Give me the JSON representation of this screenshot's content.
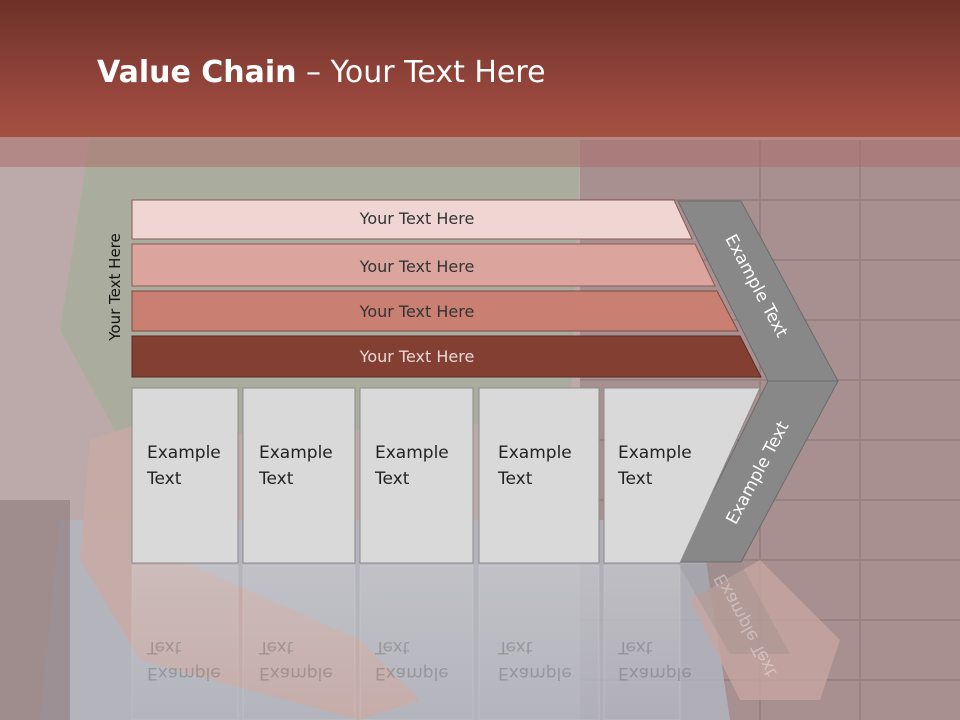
{
  "title": {
    "bold": "Value Chain",
    "rest": " – Your Text Here"
  },
  "side_label": "Your Text Here",
  "bars": [
    {
      "label": "Your Text Here"
    },
    {
      "label": "Your Text Here"
    },
    {
      "label": "Your Text Here"
    },
    {
      "label": "Your Text Here"
    }
  ],
  "boxes": [
    {
      "line1": "Example",
      "line2": "Text"
    },
    {
      "line1": "Example",
      "line2": "Text"
    },
    {
      "line1": "Example",
      "line2": "Text"
    },
    {
      "line1": "Example",
      "line2": "Text"
    },
    {
      "line1": "Example",
      "line2": "Text"
    }
  ],
  "arrow": {
    "upper_label": "Example Text",
    "lower_label": "Example Text"
  },
  "colors": {
    "header": "#9e4a40",
    "bar1": "#efd6d3",
    "bar2": "#dba59d",
    "bar3": "#c97f71",
    "bar4": "#843f33",
    "box": "#d9d9d9",
    "arrow": "#888888"
  }
}
